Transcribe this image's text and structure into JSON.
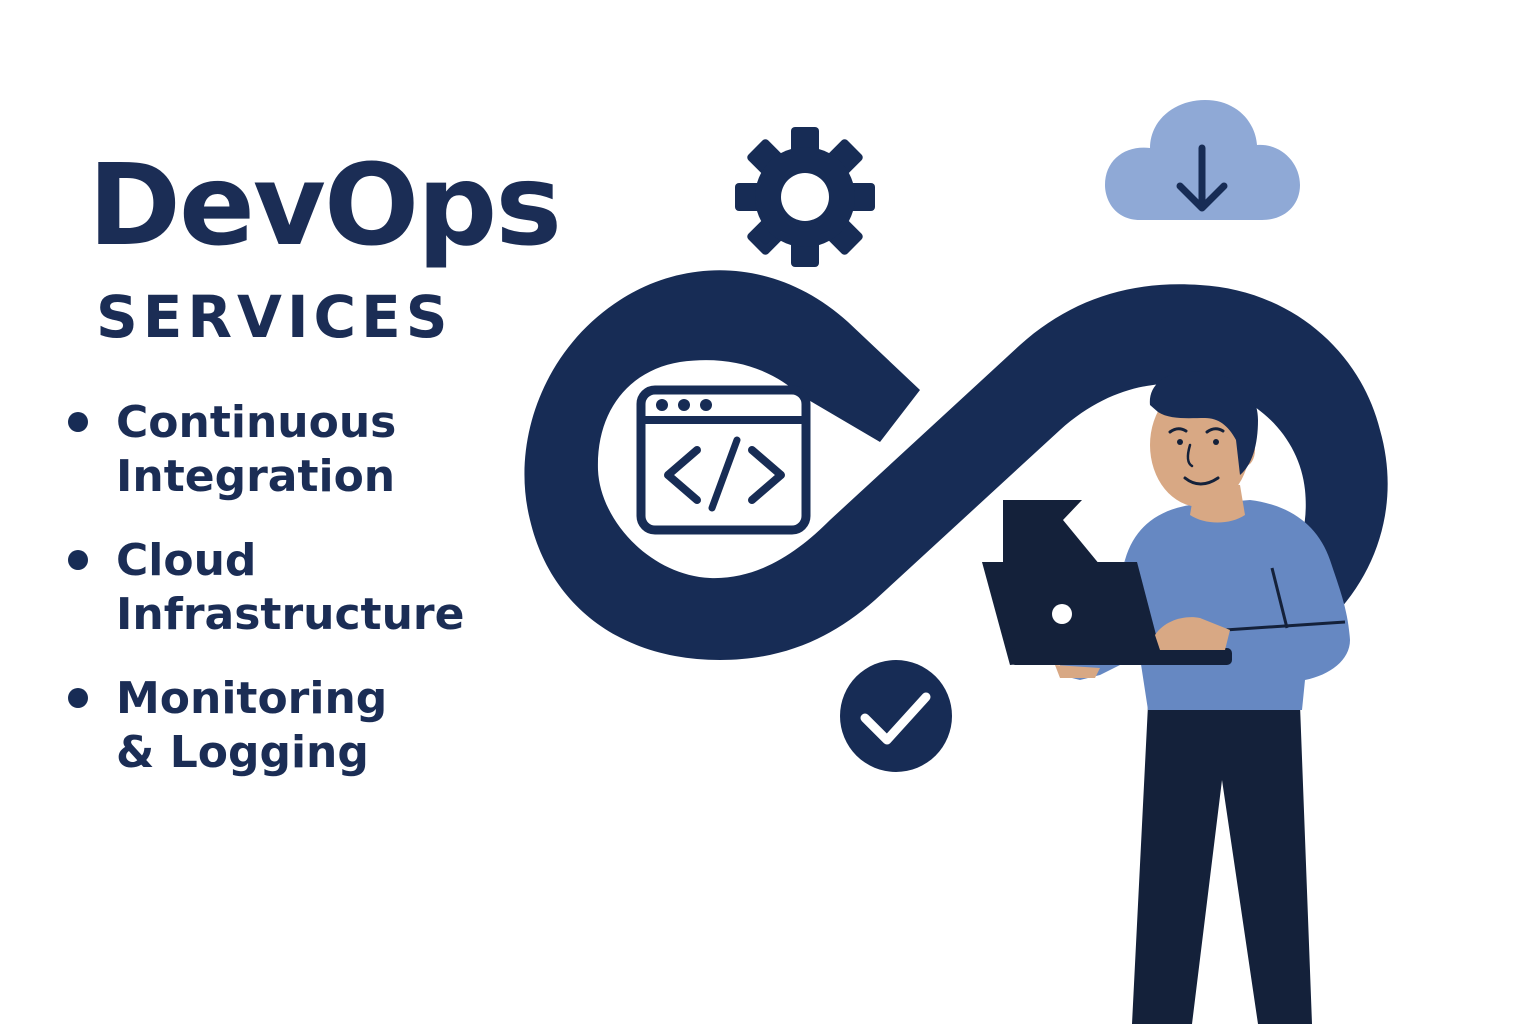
{
  "header": {
    "title": "DevOps",
    "subtitle": "SERVICES"
  },
  "services": [
    {
      "line1": "Continuous",
      "line2": "Integration"
    },
    {
      "line1": "Cloud",
      "line2": "Infrastructure"
    },
    {
      "line1": "Monitoring",
      "line2": "& Logging"
    }
  ],
  "icons": {
    "gear": "gear-icon",
    "cloud": "cloud-download-icon",
    "code_window": "code-window-icon",
    "check": "check-circle-icon",
    "loop": "infinity-loop-icon",
    "person": "developer-illustration"
  },
  "colors": {
    "navy": "#172c55",
    "dark": "#14213a",
    "shirt": "#6688c2",
    "cloud": "#8fa9d6",
    "skin": "#d8a884",
    "hair": "#172c55",
    "text": "#1b2d55"
  }
}
